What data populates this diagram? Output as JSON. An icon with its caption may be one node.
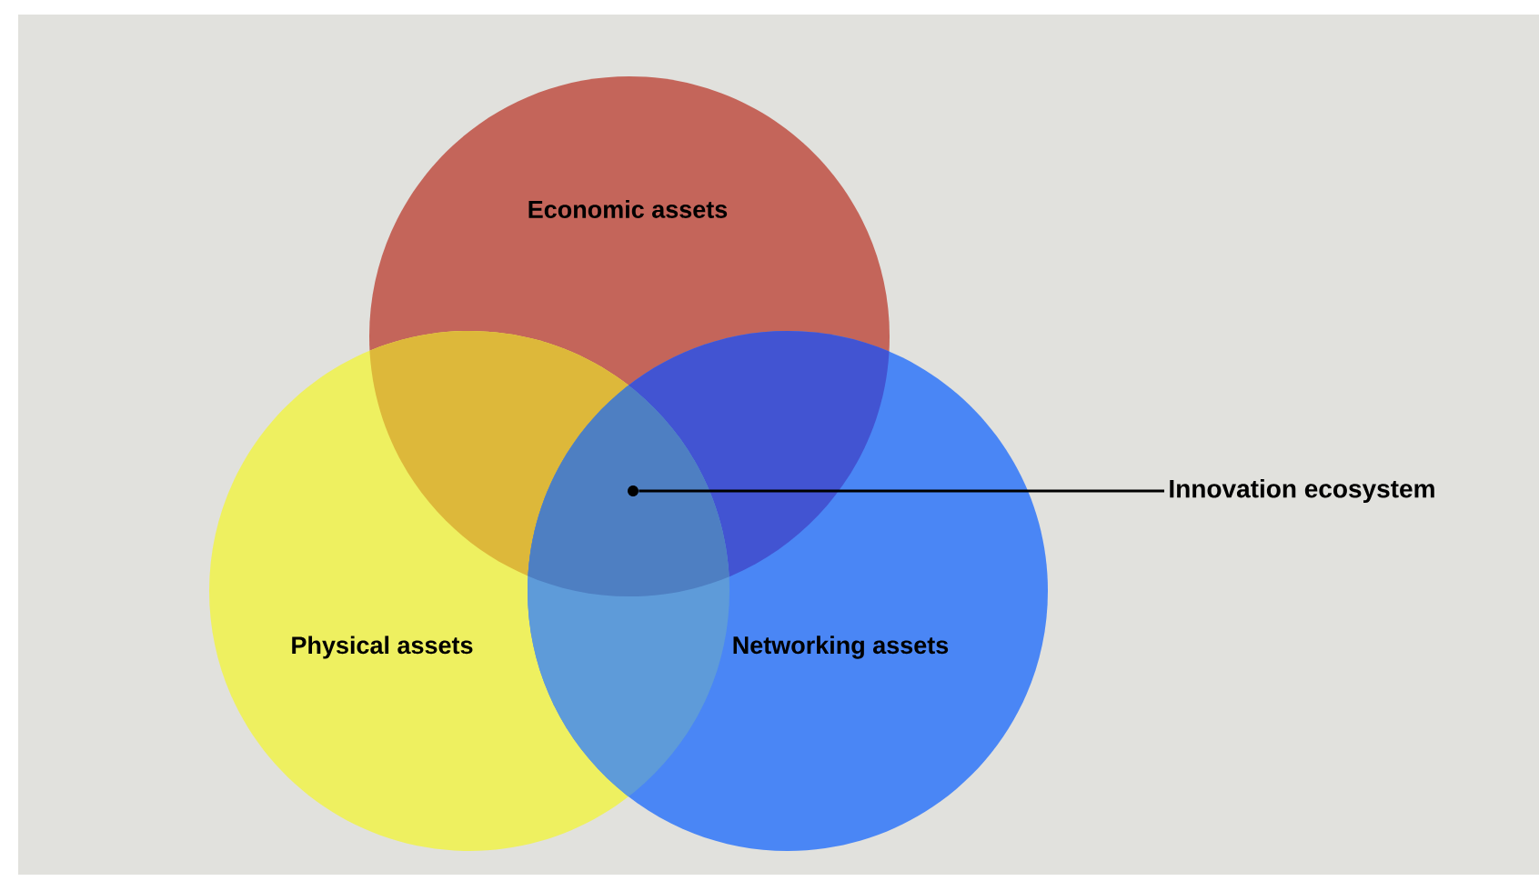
{
  "diagram": {
    "nodes": [
      {
        "text": [
          "Economic assets"
        ]
      },
      {
        "text": [
          "Physical assets"
        ]
      },
      {
        "text": [
          "Networking assets"
        ]
      },
      {
        "text": [
          "Innovation ecosystem"
        ]
      },
      {
        "text": [],
        "shape": "circle"
      }
    ],
    "edges": [
      {
        "from": 3,
        "to": 4,
        "arrow": "none"
      }
    ]
  }
}
